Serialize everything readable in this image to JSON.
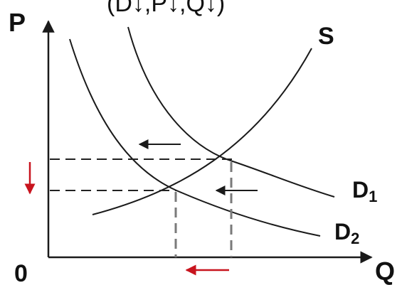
{
  "title_fragment": "(D↓,P↓,Q↓)",
  "axes": {
    "y_label": "P",
    "x_label": "Q",
    "origin_label": "0"
  },
  "curves": {
    "supply": {
      "label": "S"
    },
    "demand_1": {
      "label_main": "D",
      "label_sub": "1"
    },
    "demand_2": {
      "label_main": "D",
      "label_sub": "2"
    }
  },
  "colors": {
    "curve": "#1a1a1a",
    "dashed_guide": "#222222",
    "shift_arrow": "#1a1a1a",
    "change_arrow": "#c8141e"
  },
  "arrows": {
    "demand_shift_direction": "left",
    "price_change_direction": "down",
    "quantity_change_direction": "left"
  }
}
